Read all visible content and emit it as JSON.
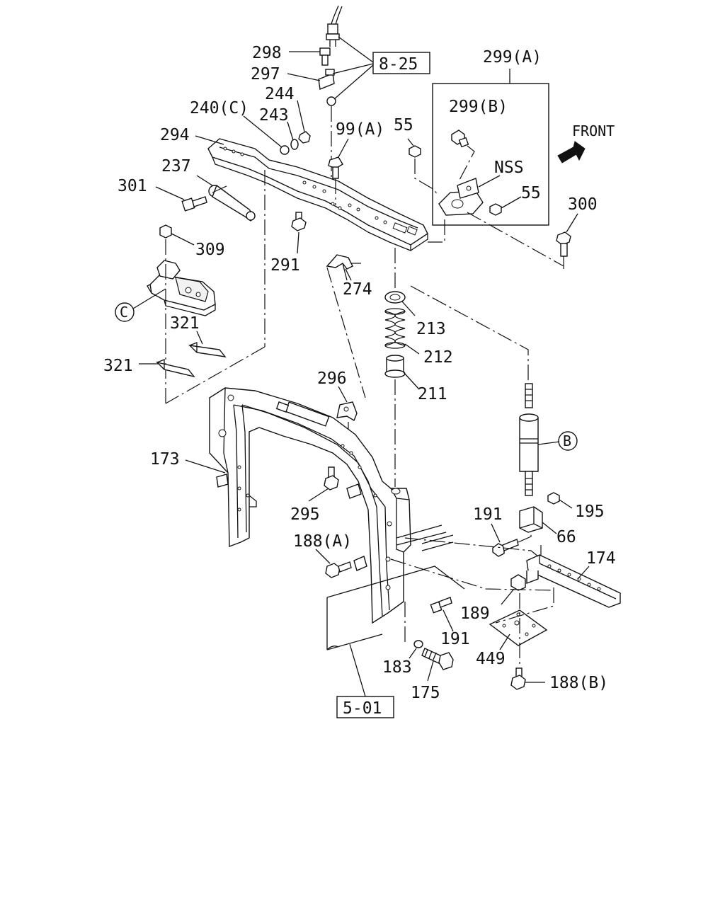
{
  "labels": {
    "p298": "298",
    "p297": "297",
    "p244": "244",
    "p243": "243",
    "p240c": "240(C)",
    "p294": "294",
    "p237": "237",
    "p301": "301",
    "p99a": "99(A)",
    "p55a": "55",
    "p299a": "299(A)",
    "p299b": "299(B)",
    "nss": "NSS",
    "p55b": "55",
    "front": "FRONT",
    "p300": "300",
    "p309": "309",
    "p291": "291",
    "p274": "274",
    "p213": "213",
    "p212": "212",
    "p211": "211",
    "p321a": "321",
    "p321b": "321",
    "p296": "296",
    "p173": "173",
    "p295": "295",
    "p188a": "188(A)",
    "p191a": "191",
    "p195": "195",
    "p66": "66",
    "p174": "174",
    "p189": "189",
    "p191b": "191",
    "p183": "183",
    "p175": "175",
    "p449": "449",
    "p188b": "188(B)"
  },
  "references": {
    "ref_8_25": "8-25",
    "ref_5_01": "5-01",
    "callout_b": "B",
    "callout_c": "C"
  }
}
